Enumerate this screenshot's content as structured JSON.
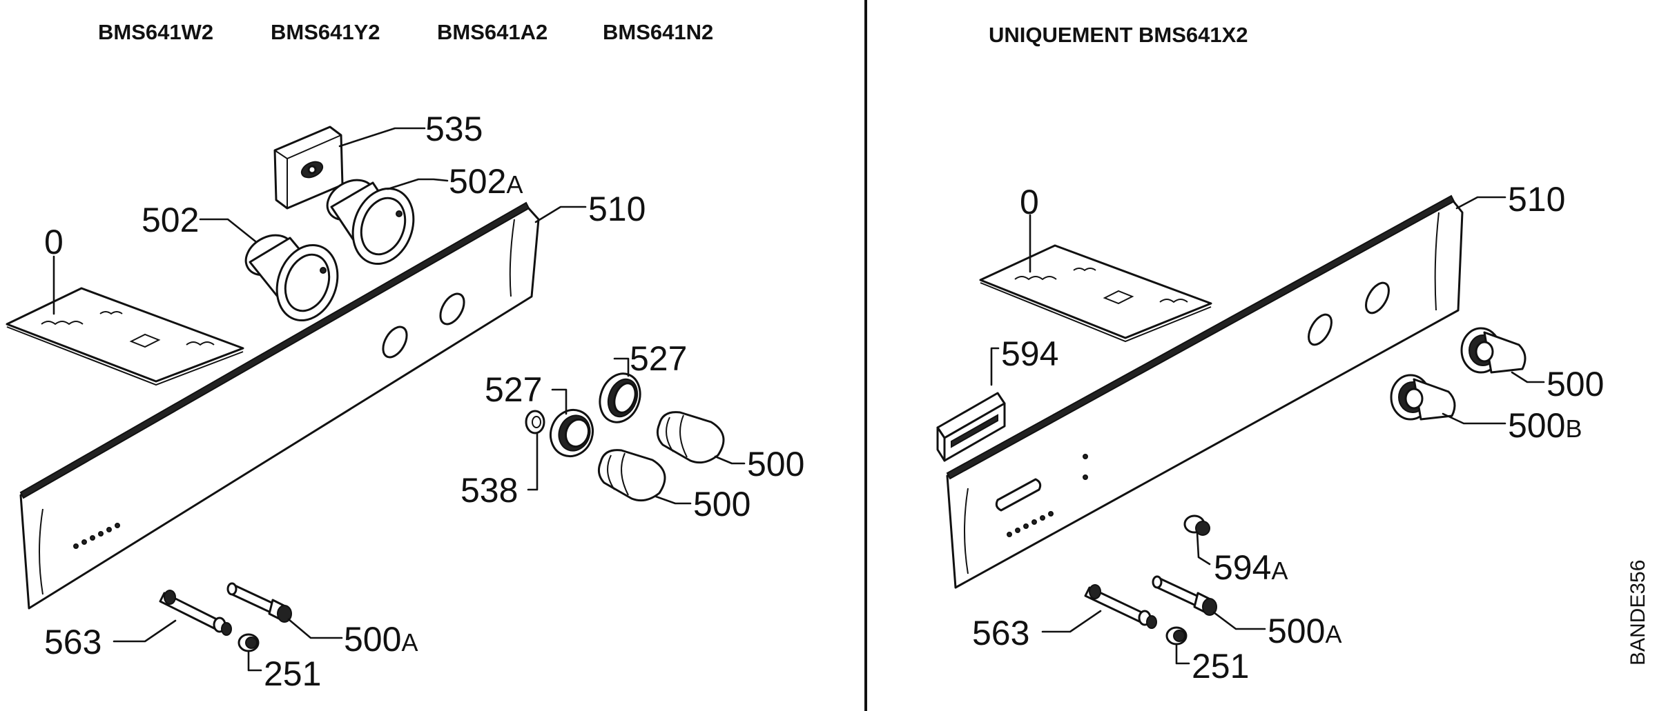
{
  "left_panel": {
    "header": [
      "BMS641W2",
      "BMS641Y2",
      "BMS641A2",
      "BMS641N2"
    ],
    "callouts": {
      "c535": {
        "num": "535",
        "suffix": ""
      },
      "c502A": {
        "num": "502",
        "suffix": "A"
      },
      "c502": {
        "num": "502",
        "suffix": ""
      },
      "c510": {
        "num": "510",
        "suffix": ""
      },
      "c0": {
        "num": "0",
        "suffix": ""
      },
      "c527a": {
        "num": "527",
        "suffix": ""
      },
      "c527b": {
        "num": "527",
        "suffix": ""
      },
      "c538": {
        "num": "538",
        "suffix": ""
      },
      "c500a": {
        "num": "500",
        "suffix": ""
      },
      "c500b": {
        "num": "500",
        "suffix": ""
      },
      "c563": {
        "num": "563",
        "suffix": ""
      },
      "c500A": {
        "num": "500",
        "suffix": "A"
      },
      "c251": {
        "num": "251",
        "suffix": ""
      }
    }
  },
  "right_panel": {
    "header": "UNIQUEMENT BMS641X2",
    "callouts": {
      "c0": {
        "num": "0",
        "suffix": ""
      },
      "c510": {
        "num": "510",
        "suffix": ""
      },
      "c594": {
        "num": "594",
        "suffix": ""
      },
      "c500": {
        "num": "500",
        "suffix": ""
      },
      "c500B": {
        "num": "500",
        "suffix": "B"
      },
      "c594A": {
        "num": "594",
        "suffix": "A"
      },
      "c563": {
        "num": "563",
        "suffix": ""
      },
      "c500A": {
        "num": "500",
        "suffix": "A"
      },
      "c251": {
        "num": "251",
        "suffix": ""
      }
    }
  },
  "side_code": "BANDE356",
  "colors": {
    "ink": "#111111",
    "paper": "#ffffff"
  }
}
